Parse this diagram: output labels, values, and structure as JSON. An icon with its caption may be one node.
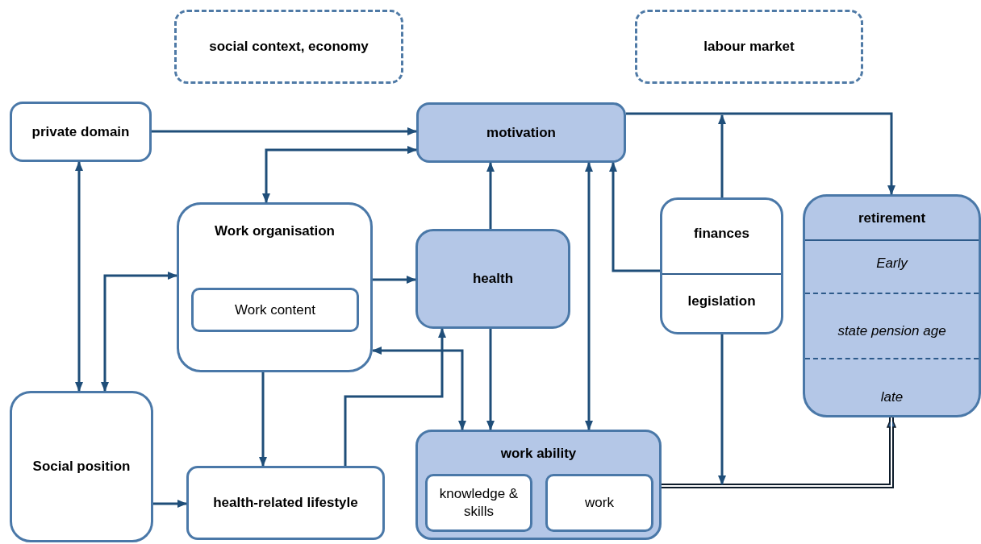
{
  "diagram": {
    "nodes": [
      {
        "text": [
          "social context, economy"
        ]
      },
      {
        "text": [
          "labour market"
        ]
      },
      {
        "text": [
          "private domain"
        ]
      },
      {
        "text": [
          "motivation"
        ]
      },
      {
        "text": [
          "Work organisation"
        ]
      },
      {
        "text": [
          "Work content"
        ],
        "in": 4
      },
      {
        "text": [
          "health"
        ]
      },
      {
        "text": [
          "finances",
          "legislation"
        ]
      },
      {
        "text": [
          "retirement",
          "Early",
          "state pension age",
          "late"
        ]
      },
      {
        "text": [
          "Social position"
        ]
      },
      {
        "text": [
          "health-related lifestyle"
        ]
      },
      {
        "text": [
          "work ability"
        ]
      },
      {
        "text": [
          "knowledge & skills"
        ],
        "in": 11
      },
      {
        "text": [
          "work"
        ],
        "in": 11
      }
    ],
    "edges": [
      {
        "from": 2,
        "to": 3,
        "arrow": "to"
      },
      {
        "from": 4,
        "to": 3,
        "arrow": "both"
      },
      {
        "from": 2,
        "to": 9,
        "arrow": "both"
      },
      {
        "from": 9,
        "to": 4,
        "arrow": "both"
      },
      {
        "from": 4,
        "to": 6,
        "arrow": "to"
      },
      {
        "from": 6,
        "to": 3,
        "arrow": "to"
      },
      {
        "from": 11,
        "to": 3,
        "arrow": "both"
      },
      {
        "from": 7,
        "to": 3,
        "arrow": "to"
      },
      {
        "from": 3,
        "to": 8,
        "arrow": "to"
      },
      {
        "from": 7,
        "to": null,
        "arrow": "to"
      },
      {
        "from": 4,
        "to": 10,
        "arrow": "to"
      },
      {
        "from": 9,
        "to": 10,
        "arrow": "to"
      },
      {
        "from": 10,
        "to": 6,
        "arrow": "to"
      },
      {
        "from": 11,
        "to": 4,
        "arrow": "both"
      },
      {
        "from": 6,
        "to": 11,
        "arrow": "to"
      },
      {
        "from": 11,
        "to": 8,
        "arrow": "to",
        "style": "thick",
        "color": "#0d1b2a"
      },
      {
        "from": 7,
        "to": null,
        "arrow": "to"
      }
    ]
  }
}
